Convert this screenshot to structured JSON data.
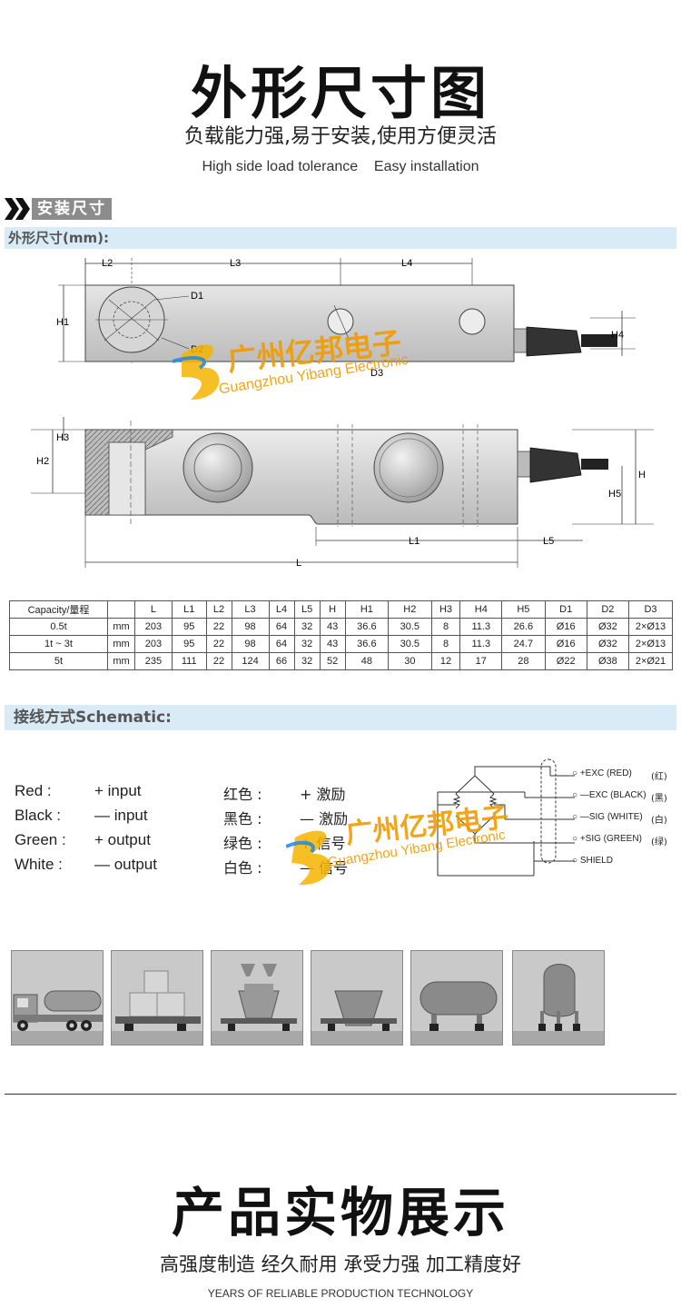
{
  "header": {
    "title": "外形尺寸图",
    "subtitle_cn": "负载能力强,易于安装,使用方便灵活",
    "subtitle_en": "High side load tolerance    Easy installation"
  },
  "section_tag": "安装尺寸",
  "dimensions_band": "外形尺寸(mm):",
  "drawing_labels": {
    "top": [
      "L2",
      "L3",
      "L4",
      "D1",
      "D2",
      "D3",
      "H1",
      "H4"
    ],
    "side": [
      "H3",
      "H2",
      "H",
      "H5",
      "L1",
      "L5",
      "L"
    ]
  },
  "watermark": {
    "cn": "广州亿邦电子",
    "en": "Guangzhou Yibang Electronic"
  },
  "table": {
    "headers": [
      "Capacity/量程",
      "",
      "L",
      "L1",
      "L2",
      "L3",
      "L4",
      "L5",
      "H",
      "H1",
      "H2",
      "H3",
      "H4",
      "H5",
      "D1",
      "D2",
      "D3"
    ],
    "rows": [
      [
        "0.5t",
        "mm",
        "203",
        "95",
        "22",
        "98",
        "64",
        "32",
        "43",
        "36.6",
        "30.5",
        "8",
        "11.3",
        "26.6",
        "Ø16",
        "Ø32",
        "2×Ø13"
      ],
      [
        "1t ~ 3t",
        "mm",
        "203",
        "95",
        "22",
        "98",
        "64",
        "32",
        "43",
        "36.6",
        "30.5",
        "8",
        "11.3",
        "24.7",
        "Ø16",
        "Ø32",
        "2×Ø13"
      ],
      [
        "5t",
        "mm",
        "235",
        "111",
        "22",
        "124",
        "66",
        "32",
        "52",
        "48",
        "30",
        "12",
        "17",
        "28",
        "Ø22",
        "Ø38",
        "2×Ø21"
      ]
    ]
  },
  "schematic_band": "接线方式Schematic:",
  "wiring_en": [
    {
      "color": "Red :",
      "signal": "+ input"
    },
    {
      "color": "Black :",
      "signal": "— input"
    },
    {
      "color": "Green :",
      "signal": "+ output"
    },
    {
      "color": "White :",
      "signal": "— output"
    }
  ],
  "wiring_cn": [
    {
      "color": "红色 :",
      "signal": "+ 激励"
    },
    {
      "color": "黑色 :",
      "signal": "— 激励"
    },
    {
      "color": "绿色 :",
      "signal": "+ 信号"
    },
    {
      "color": "白色 :",
      "signal": "— 信号"
    }
  ],
  "terminals": [
    {
      "label": "+EXC (RED)",
      "cn": "(红)"
    },
    {
      "label": "—EXC (BLACK)",
      "cn": "(黑)"
    },
    {
      "label": "—SIG (WHITE)",
      "cn": "(白)"
    },
    {
      "label": "+SIG (GREEN)",
      "cn": "(绿)"
    },
    {
      "label": "SHIELD",
      "cn": ""
    }
  ],
  "applications": [
    "truck-scale-icon",
    "platform-scale-icon",
    "twin-hopper-icon",
    "hopper-icon",
    "horizontal-tank-icon",
    "vertical-tank-icon"
  ],
  "footer": {
    "title": "产品实物展示",
    "subtitle_cn": "高强度制造 经久耐用 承受力强 加工精度好",
    "subtitle_en": "YEARS OF RELIABLE PRODUCTION TECHNOLOGY"
  }
}
